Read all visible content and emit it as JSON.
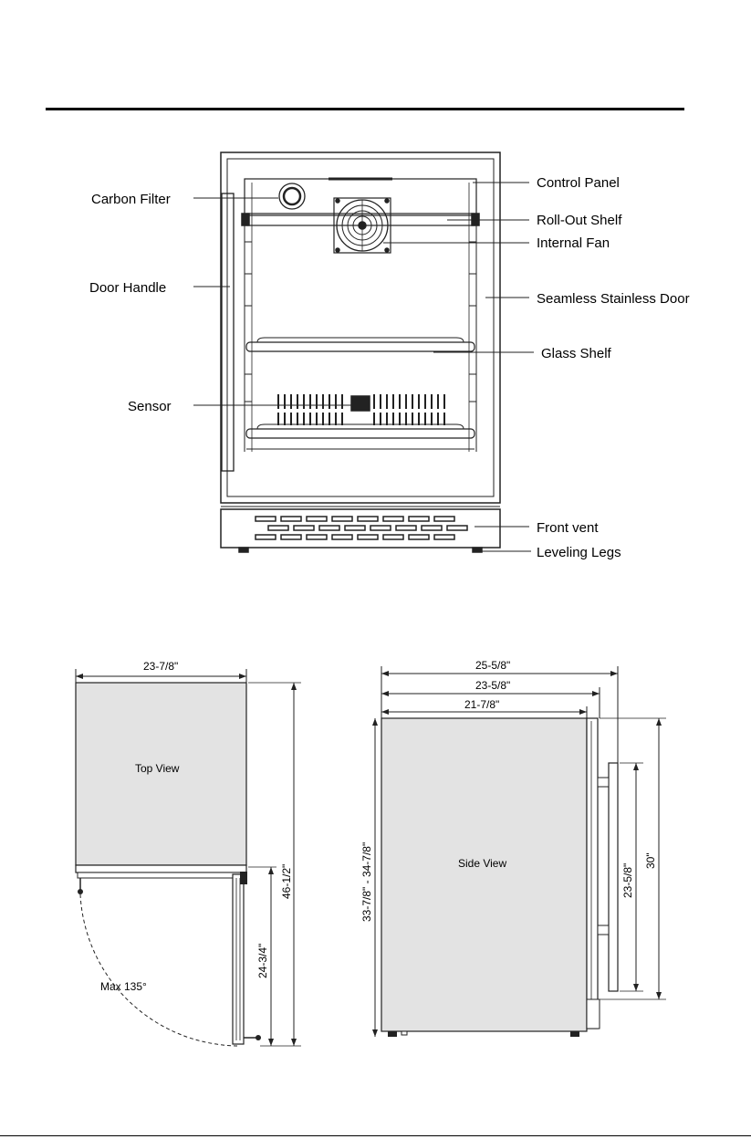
{
  "front_labels": {
    "carbon_filter": "Carbon Filter",
    "door_handle": "Door Handle",
    "sensor": "Sensor",
    "control_panel": "Control Panel",
    "roll_out_shelf": "Roll-Out Shelf",
    "internal_fan": "Internal Fan",
    "seamless_door": "Seamless Stainless Door",
    "glass_shelf": "Glass Shelf",
    "front_vent": "Front vent",
    "leveling_legs": "Leveling Legs"
  },
  "top_view": {
    "title": "Top View",
    "width": "23-7/8\"",
    "depth_open": "46-1/2\"",
    "door_depth": "24-3/4\"",
    "swing": "Max 135°"
  },
  "side_view": {
    "title": "Side View",
    "depth_total": "25-5/8\"",
    "depth_mid": "23-5/8\"",
    "depth_cabinet": "21-7/8\"",
    "height": "33-7/8\" - 34-7/8\"",
    "handle_length": "23-5/8\"",
    "door_height": "30\""
  }
}
